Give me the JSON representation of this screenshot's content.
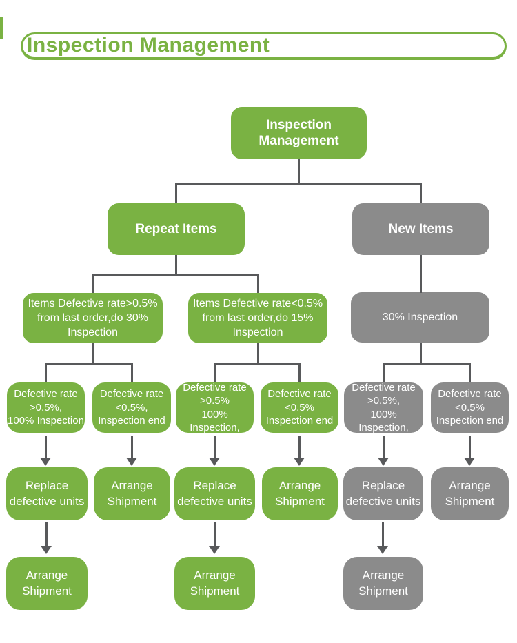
{
  "header": {
    "title": "Inspection Management"
  },
  "colors": {
    "green": "#7AB243",
    "gray": "#8B8B8B",
    "connector": "#58595B",
    "node_text": "#FFFFFF",
    "background": "#FFFFFF"
  },
  "diagram": {
    "root": "Inspection\nManagement",
    "repeat_items": "Repeat Items",
    "new_items": "New Items",
    "repeat_high": "Items Defective rate>0.5%\nfrom last order,do 30%\nInspection",
    "repeat_low": "Items Defective rate<0.5%\nfrom last order,do 15%\nInspection",
    "new_inspection": "30% Inspection",
    "row4": [
      "Defective rate\n>0.5%,\n100% Inspection",
      "Defective rate\n<0.5%,\nInspection end",
      "Defective rate\n>0.5%\n100% Inspection,",
      "Defective rate\n<0.5%\nInspection end",
      "Defective rate\n>0.5%,\n100% Inspection,",
      "Defective rate\n<0.5%\nInspection end"
    ],
    "row5": [
      "Replace\ndefective units",
      "Arrange\nShipment",
      "Replace\ndefective units",
      "Arrange\nShipment",
      "Replace\ndefective units",
      "Arrange\nShipment"
    ],
    "row6": [
      "Arrange\nShipment",
      "Arrange\nShipment",
      "Arrange\nShipment"
    ]
  }
}
